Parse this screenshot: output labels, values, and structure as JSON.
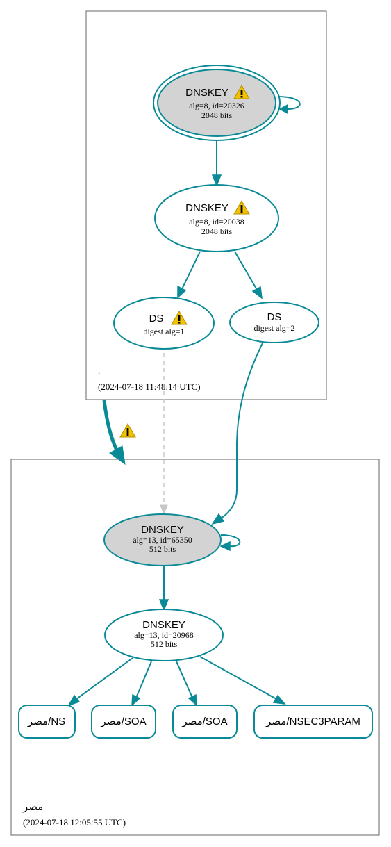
{
  "root_zone": {
    "name": ".",
    "timestamp": "(2024-07-18 11:48:14 UTC)"
  },
  "child_zone": {
    "name": "مصر",
    "timestamp": "(2024-07-18 12:05:55 UTC)"
  },
  "nodes": {
    "root_ksk": {
      "title": "DNSKEY",
      "line1": "alg=8, id=20326",
      "line2": "2048 bits",
      "warning": true
    },
    "root_zsk": {
      "title": "DNSKEY",
      "line1": "alg=8, id=20038",
      "line2": "2048 bits",
      "warning": true
    },
    "ds1": {
      "title": "DS",
      "line1": "digest alg=1",
      "warning": true
    },
    "ds2": {
      "title": "DS",
      "line1": "digest alg=2",
      "warning": false
    },
    "child_ksk": {
      "title": "DNSKEY",
      "line1": "alg=13, id=65350",
      "line2": "512 bits"
    },
    "child_zsk": {
      "title": "DNSKEY",
      "line1": "alg=13, id=20968",
      "line2": "512 bits"
    }
  },
  "records": [
    {
      "label": "مصر/NS"
    },
    {
      "label": "مصر/SOA"
    },
    {
      "label": "مصر/SOA"
    },
    {
      "label": "مصر/NSEC3PARAM"
    }
  ],
  "colors": {
    "edge": "#0a8a96",
    "ksk_fill": "#d3d3d3",
    "insecure_edge": "#c8c8c8",
    "warning": "#f2c200"
  }
}
